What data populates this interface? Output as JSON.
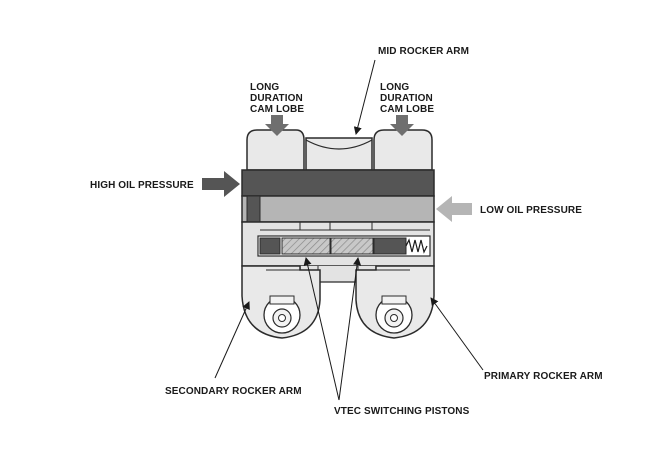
{
  "labels": {
    "mid_rocker_arm": "MID ROCKER ARM",
    "cam_lobe_left": [
      "LONG",
      "DURATION",
      "CAM LOBE"
    ],
    "cam_lobe_right": [
      "LONG",
      "DURATION",
      "CAM LOBE"
    ],
    "high_oil_pressure": "HIGH OIL PRESSURE",
    "low_oil_pressure": "LOW OIL PRESSURE",
    "secondary_rocker_arm": "SECONDARY ROCKER ARM",
    "primary_rocker_arm": "PRIMARY ROCKER ARM",
    "vtec_switching_pistons": "VTEC SWITCHING PISTONS"
  },
  "colors": {
    "high_oil": "#555555",
    "low_oil": "#b5b5b5",
    "arm_fill": "#e9e9e9",
    "outline": "#2b2b2b",
    "piston_hatch": "#9a9a9a"
  }
}
